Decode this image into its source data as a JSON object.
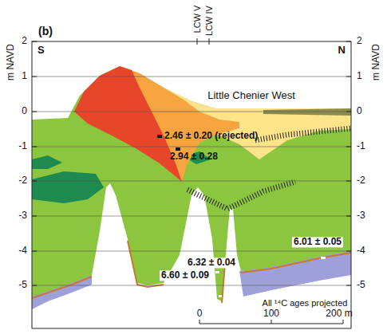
{
  "diagram": {
    "labels": [
      "(b)",
      "S",
      "N",
      "m NAVD",
      "m NAVD",
      "LCW V",
      "LCW IV",
      "2",
      "1",
      "0",
      "-1",
      "-2",
      "-3",
      "-4",
      "-5",
      "2",
      "1",
      "0",
      "-1",
      "-2",
      "-3",
      "-4",
      "-5",
      "Little Chenier West",
      "2.46 ± 0.20 (rejected)",
      "2.94 ± 0.28",
      "6.01 ± 0.05",
      "6.32 ± 0.04",
      "6.60 ± 0.09",
      "All ¹⁴C ages projected",
      "0",
      "100",
      "200 m"
    ]
  }
}
